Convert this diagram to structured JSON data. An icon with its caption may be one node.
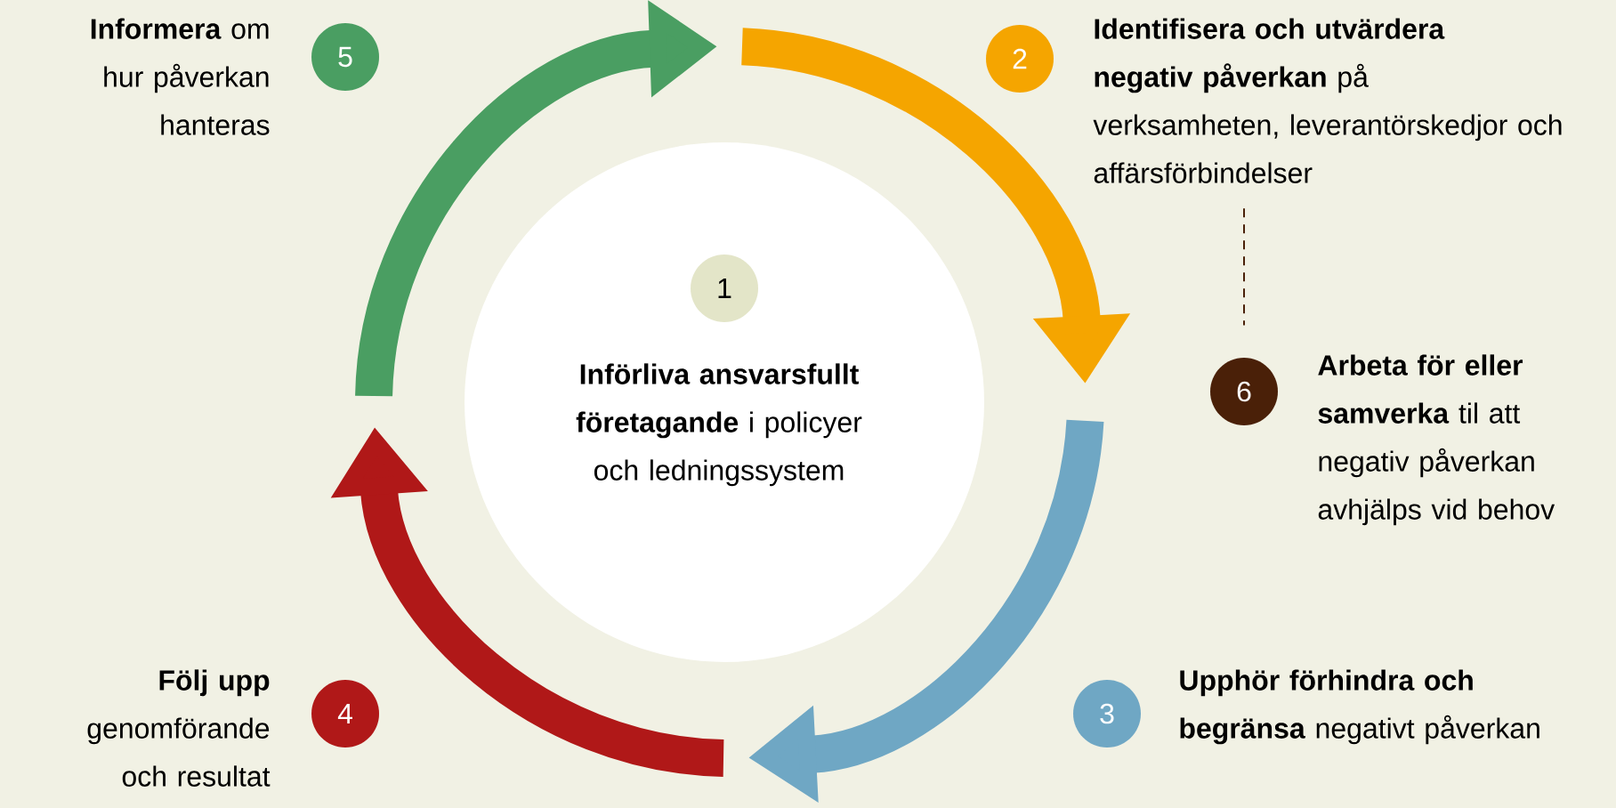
{
  "diagram": {
    "nodes": [
      {
        "text": [
          "**Införliva ansvarsfullt företagande** i policyer och ledningssystem"
        ]
      },
      {
        "text": [
          "1"
        ],
        "in": 0
      },
      {
        "text": [
          "2"
        ],
        "beside": [
          "**Identifisera och utvärdera negativ påverkan** på verksamheten, leverantörskedjor och affärsförbindelser"
        ]
      },
      {
        "text": [
          "3"
        ],
        "beside": [
          "**Upphör förhindra och begränsa** negativt påverkan"
        ]
      },
      {
        "text": [
          "4"
        ],
        "beside": [
          "**Följ upp** genomförande och resultat"
        ]
      },
      {
        "text": [
          "5"
        ],
        "beside": [
          "**Informera** om hur påverkan hanteras"
        ]
      },
      {
        "text": [
          "6"
        ],
        "beside": [
          "**Arbeta för eller samverka** til att negativ påverkan avhjälps vid behov"
        ]
      }
    ],
    "edges": [
      {
        "from": 2,
        "to": 6,
        "arrow": "none",
        "style": "dashed"
      }
    ]
  }
}
